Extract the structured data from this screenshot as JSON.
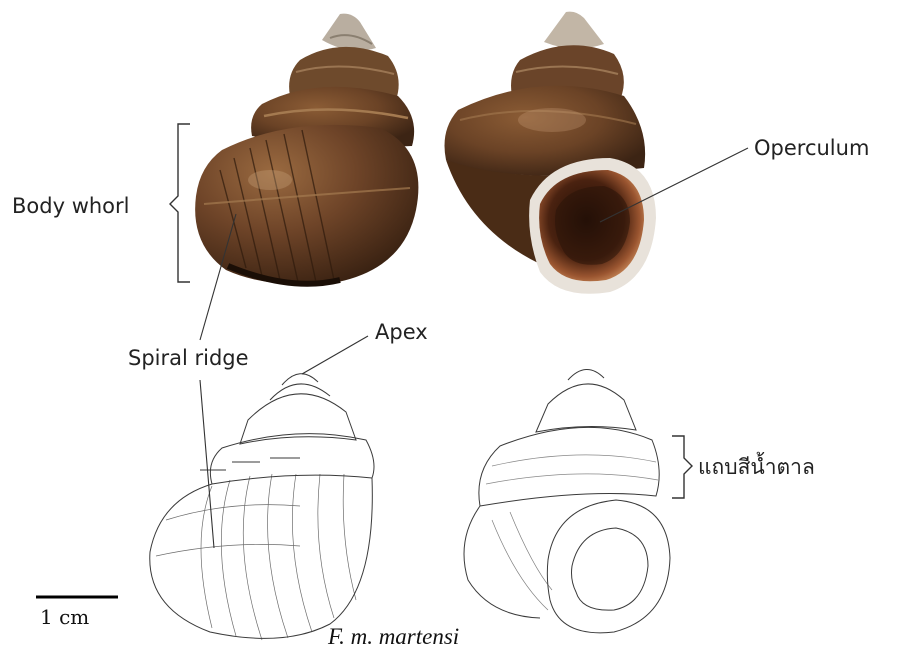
{
  "labels": {
    "body_whorl": "Body whorl",
    "operculum": "Operculum",
    "apex": "Apex",
    "spiral_ridge": "Spiral ridge",
    "brown_band": "แถบสีน้ำตาล"
  },
  "scale_bar": {
    "label": "1 cm"
  },
  "species": "F. m. martensi",
  "colors": {
    "shell_dark": "#3c2414",
    "shell_mid": "#6b4326",
    "shell_light": "#8b5c35",
    "aperture_inner": "#2a140a",
    "operculum_rim": "#b06a3c",
    "ink": "#3a3a3a"
  }
}
